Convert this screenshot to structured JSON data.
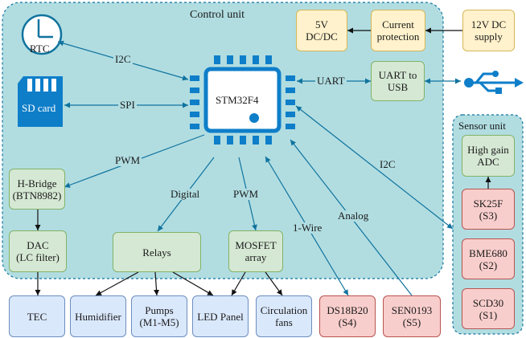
{
  "control_unit": {
    "title": "Control unit",
    "mcu": "STM32F4",
    "rtc": "RTC",
    "sd_card": "SD card",
    "converter": [
      "5V",
      "DC/DC"
    ],
    "current_protection": [
      "Current",
      "protection"
    ],
    "supply": [
      "12V DC",
      "supply"
    ],
    "uart_usb": [
      "UART to",
      "USB"
    ],
    "hbridge": [
      "H-Bridge",
      "(BTN8982)"
    ],
    "dac": [
      "DAC",
      "(LC filter)"
    ],
    "relays": "Relays",
    "mosfet": [
      "MOSFET",
      "array"
    ]
  },
  "sensor_unit": {
    "title": "Sensor unit",
    "adc": [
      "High gain",
      "ADC"
    ],
    "sk25f": [
      "SK25F",
      "(S3)"
    ],
    "bme680": [
      "BME680",
      "(S2)"
    ],
    "scd30": [
      "SCD30",
      "(S1)"
    ]
  },
  "outputs": {
    "tec": "TEC",
    "humidifier": "Humidifier",
    "pumps": [
      "Pumps",
      "(M1-M5)"
    ],
    "led": "LED Panel",
    "fans": [
      "Circulation",
      "fans"
    ]
  },
  "external_sensors": {
    "ds18b20": [
      "DS18B20",
      "(S4)"
    ],
    "sen0193": [
      "SEN0193",
      "(S5)"
    ]
  },
  "links": {
    "i2c_rtc": "I2C",
    "spi": "SPI",
    "uart": "UART",
    "pwm_hbridge": "PWM",
    "digital": "Digital",
    "pwm_mosfet": "PWM",
    "onewire": "1-Wire",
    "analog": "Analog",
    "i2c_sensor": "I2C"
  },
  "colors": {
    "container": "#b1dde1",
    "container_border": "#10739e",
    "mcu_fill": "#0e7ec9",
    "connection": "#10739e"
  },
  "icons": [
    "clock-icon",
    "sd-card-icon",
    "chip-icon",
    "usb-icon"
  ]
}
